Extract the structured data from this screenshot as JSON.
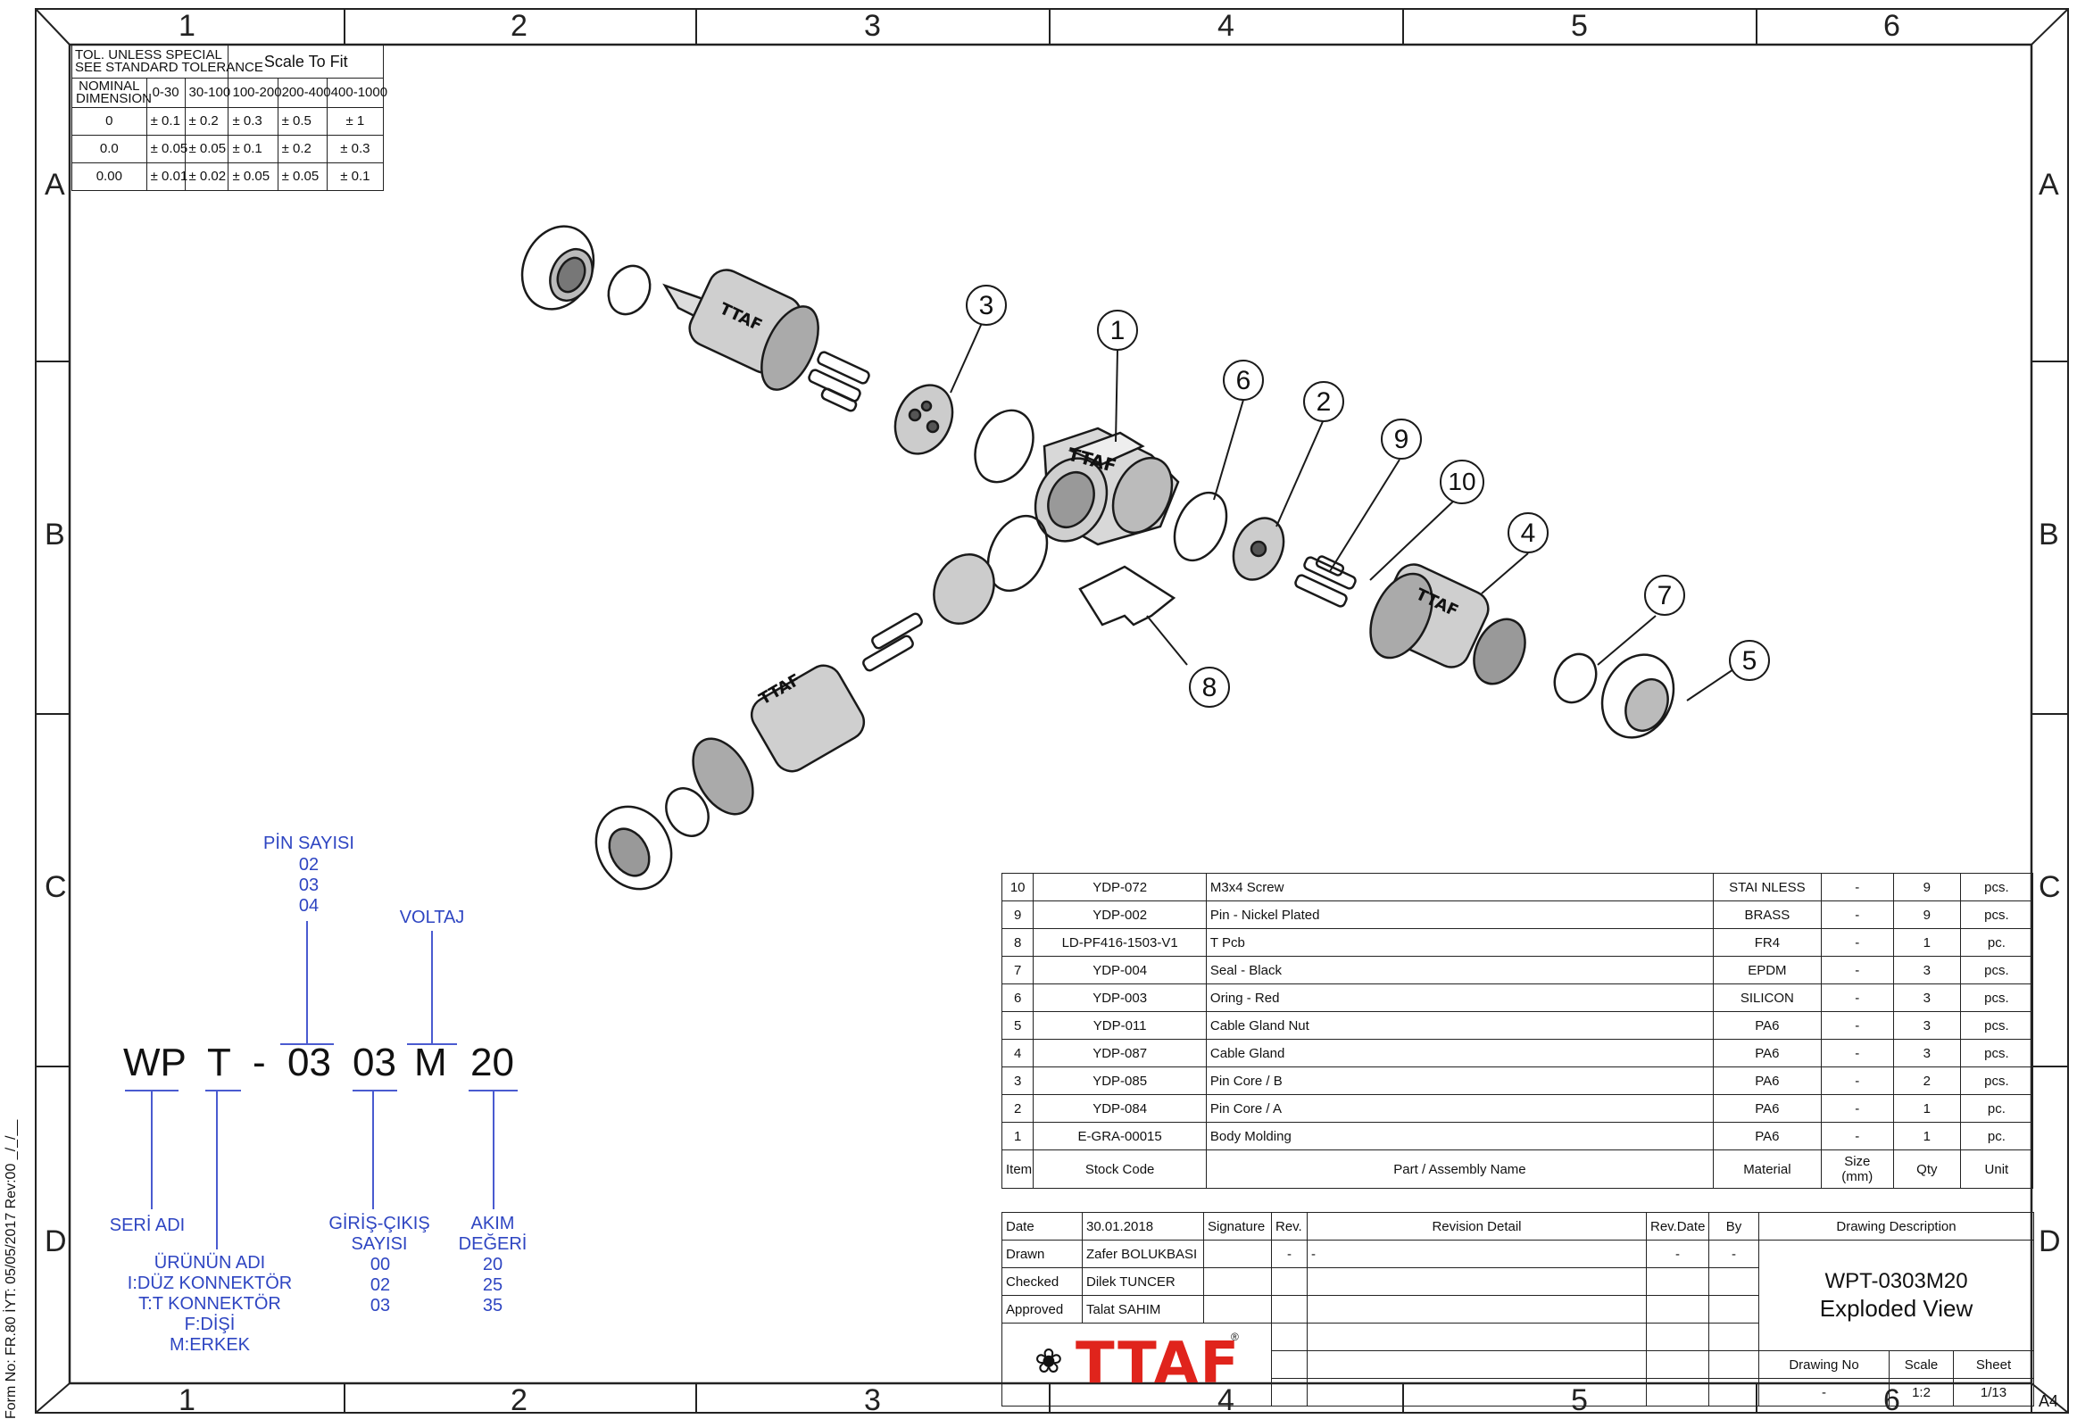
{
  "border": {
    "columns_top": [
      "1",
      "2",
      "3",
      "4",
      "5",
      "6"
    ],
    "columns_bottom": [
      "1",
      "2",
      "3",
      "4",
      "5",
      "6"
    ],
    "rows_left": [
      "A",
      "B",
      "C",
      "D"
    ],
    "rows_right": [
      "A",
      "B",
      "C",
      "D"
    ],
    "paper_size": "A4",
    "form_note": "Form No: FR.80  İYT: 05/05/2017  Rev:00  _/_/__"
  },
  "tolerance": {
    "title_line1": "TOL. UNLESS SPECIAL",
    "title_line2": "SEE STANDARD TOLERANCE",
    "scale_note": "Scale To Fit",
    "nominal_line1": "NOMINAL",
    "nominal_line2": "DIMENSION",
    "headers": [
      "0-30",
      "30-100",
      "100-200",
      "200-400",
      "400-1000"
    ],
    "rows": [
      {
        "label": "0",
        "values": [
          "± 0.1",
          "± 0.2",
          "± 0.3",
          "± 0.5",
          "± 1"
        ]
      },
      {
        "label": "0.0",
        "values": [
          "± 0.05",
          "± 0.05",
          "± 0.1",
          "± 0.2",
          "± 0.3"
        ]
      },
      {
        "label": "0.00",
        "values": [
          "± 0.01",
          "± 0.02",
          "± 0.05",
          "± 0.05",
          "± 0.1"
        ]
      }
    ]
  },
  "balloons": [
    {
      "n": "1"
    },
    {
      "n": "2"
    },
    {
      "n": "3"
    },
    {
      "n": "4"
    },
    {
      "n": "5"
    },
    {
      "n": "6"
    },
    {
      "n": "7"
    },
    {
      "n": "8"
    },
    {
      "n": "9"
    },
    {
      "n": "10"
    }
  ],
  "code_legend": {
    "parts": [
      "WP",
      "T",
      "-",
      "03",
      "03",
      "M",
      "20"
    ],
    "pin_title": "PİN SAYISI",
    "pin_values": "02\n03\n04",
    "voltage_title": "VOLTAJ",
    "series_title": "SERİ ADI",
    "product_title": "ÜRÜNÜN ADI\nI:DÜZ KONNEKTÖR\nT:T KONNEKTÖR\nF:DİŞİ\nM:ERKEK",
    "io_title": "GİRİŞ-ÇIKIŞ\nSAYISI",
    "io_values": "00\n02\n03",
    "current_title": "AKIM\nDEĞERİ",
    "current_values": "20\n25\n35"
  },
  "bom": {
    "rows": [
      {
        "item": "10",
        "code": "YDP-072",
        "name": "M3x4 Screw",
        "material": "STAI NLESS",
        "size": "-",
        "qty": "9",
        "unit": "pcs."
      },
      {
        "item": "9",
        "code": "YDP-002",
        "name": "Pin - Nickel Plated",
        "material": "BRASS",
        "size": "-",
        "qty": "9",
        "unit": "pcs."
      },
      {
        "item": "8",
        "code": "LD-PF416-1503-V1",
        "name": "T Pcb",
        "material": "FR4",
        "size": "-",
        "qty": "1",
        "unit": "pc."
      },
      {
        "item": "7",
        "code": "YDP-004",
        "name": "Seal - Black",
        "material": "EPDM",
        "size": "-",
        "qty": "3",
        "unit": "pcs."
      },
      {
        "item": "6",
        "code": "YDP-003",
        "name": "Oring - Red",
        "material": "SILICON",
        "size": "-",
        "qty": "3",
        "unit": "pcs."
      },
      {
        "item": "5",
        "code": "YDP-011",
        "name": "Cable Gland Nut",
        "material": "PA6",
        "size": "-",
        "qty": "3",
        "unit": "pcs."
      },
      {
        "item": "4",
        "code": "YDP-087",
        "name": "Cable Gland",
        "material": "PA6",
        "size": "-",
        "qty": "3",
        "unit": "pcs."
      },
      {
        "item": "3",
        "code": "YDP-085",
        "name": "Pin Core / B",
        "material": "PA6",
        "size": "-",
        "qty": "2",
        "unit": "pcs."
      },
      {
        "item": "2",
        "code": "YDP-084",
        "name": "Pin Core / A",
        "material": "PA6",
        "size": "-",
        "qty": "1",
        "unit": "pc."
      },
      {
        "item": "1",
        "code": "E-GRA-00015",
        "name": "Body Molding",
        "material": "PA6",
        "size": "-",
        "qty": "1",
        "unit": "pc."
      }
    ],
    "header": {
      "item": "Item",
      "code": "Stock Code",
      "name": "Part / Assembly Name",
      "material": "Material",
      "size": "Size\n(mm)",
      "qty": "Qty",
      "unit": "Unit"
    }
  },
  "title_block": {
    "date_label": "Date",
    "date_value": "30.01.2018",
    "signature_label": "Signature",
    "rev_label": "Rev.",
    "revision_detail_label": "Revision Detail",
    "rev_date_label": "Rev.Date",
    "by_label": "By",
    "drawing_description_label": "Drawing Description",
    "drawn_label": "Drawn",
    "drawn_by": "Zafer BOLUKBASI",
    "checked_label": "Checked",
    "checked_by": "Dilek TUNCER",
    "approved_label": "Approved",
    "approved_by": "Talat SAHIM",
    "dash": "-",
    "description_line1": "WPT-0303M20",
    "description_line2": "Exploded View",
    "drawing_no_label": "Drawing No",
    "drawing_no": "-",
    "scale_label": "Scale",
    "scale": "1:2",
    "sheet_label": "Sheet",
    "sheet": "1/13",
    "logo_text": "TTAF",
    "logo_mark": "®"
  }
}
